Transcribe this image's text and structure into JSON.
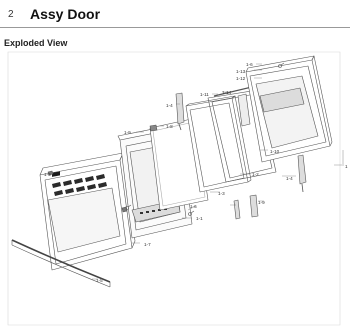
{
  "header": {
    "section_number": "2",
    "title": "Assy Door"
  },
  "subtitle": "Exploded View",
  "callouts": {
    "c1": "1",
    "c1_1": "1-1",
    "c1_2": "1-2",
    "c1_3": "1-3",
    "c1_4a": "1-4",
    "c1_4b": "1-4",
    "c1_5": "1-5",
    "c1_6a": "1-6",
    "c1_6b": "1-6",
    "c1_6c": "1-6",
    "c1_7": "1-7",
    "c1_8": "1-8",
    "c1_9a": "1-9",
    "c1_9b": "1-9",
    "c1_10": "1-10",
    "c1_11": "1-11",
    "c1_12": "1-12",
    "c1_13": "1-13",
    "c1_14": "1-14"
  }
}
